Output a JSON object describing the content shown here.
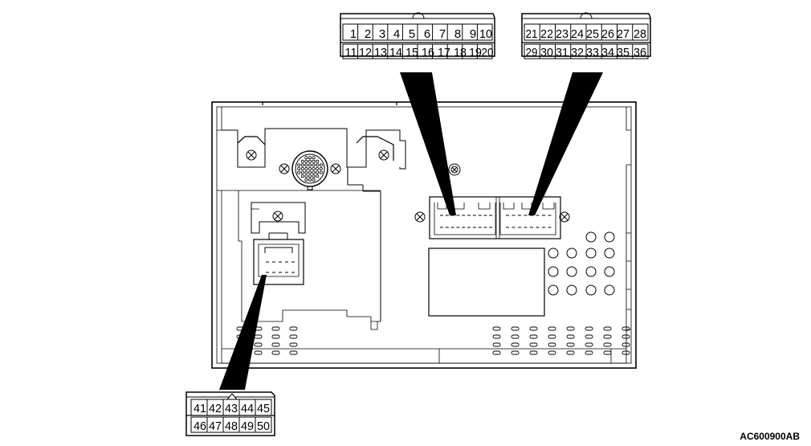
{
  "figure_code": "AC600900AB",
  "connector_a": {
    "top_row": [
      "1",
      "2",
      "3",
      "4",
      "5",
      "6",
      "7",
      "8",
      "9",
      "10"
    ],
    "bottom_row": [
      "11",
      "12",
      "13",
      "14",
      "15",
      "16",
      "17",
      "18",
      "19",
      "20"
    ]
  },
  "connector_b": {
    "top_row": [
      "21",
      "22",
      "23",
      "24",
      "25",
      "26",
      "27",
      "28"
    ],
    "bottom_row": [
      "29",
      "30",
      "31",
      "32",
      "33",
      "34",
      "35",
      "36"
    ]
  },
  "connector_c": {
    "top_row": [
      "41",
      "42",
      "43",
      "44",
      "45"
    ],
    "bottom_row": [
      "46",
      "47",
      "48",
      "49",
      "50"
    ]
  }
}
